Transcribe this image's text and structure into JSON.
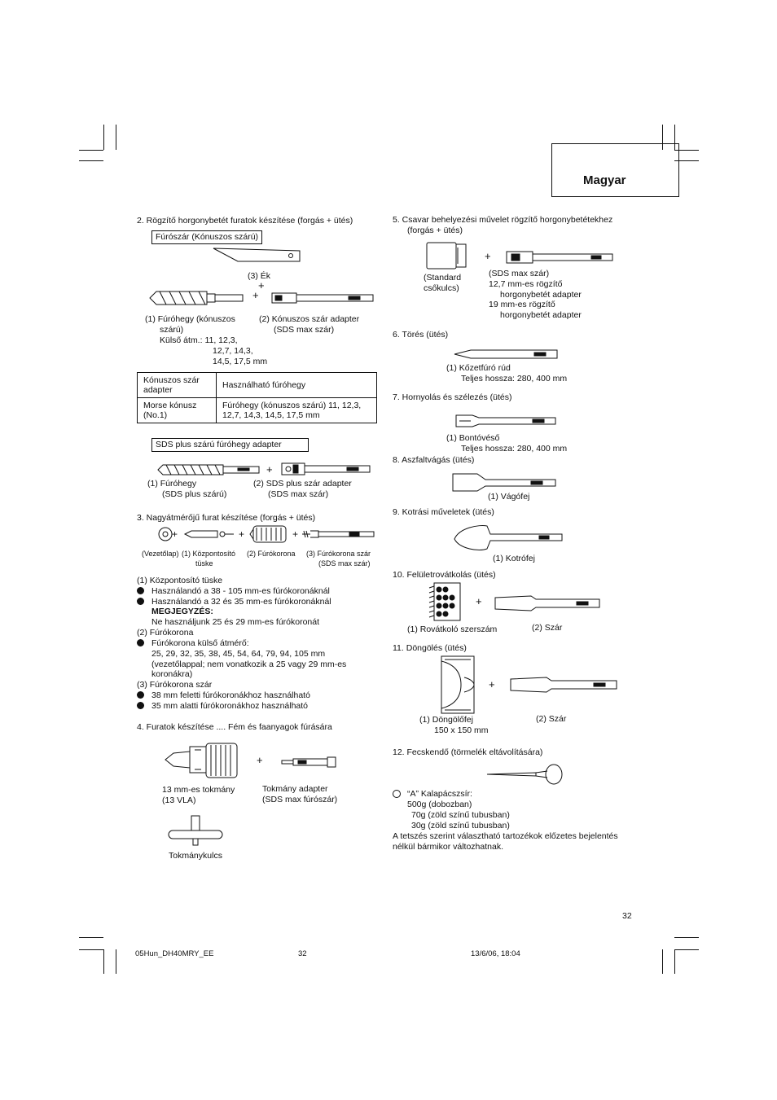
{
  "header": {
    "language": "Magyar"
  },
  "left": {
    "s2": {
      "title": "2.  Rögzítő horgonybetét furatok készítése (forgás + ütés)",
      "box": "Fúrószár (Kónuszos szárú)",
      "wedge": "(3) Ék",
      "plus": "+",
      "drill_label": [
        "(1) Fúróhegy (kónuszos",
        "szárú)",
        "Külső átm.: 11, 12,3,",
        "12,7, 14,3,",
        "14,5, 17,5 mm"
      ],
      "adapter_label": [
        "(2) Kónuszos szár adapter",
        "(SDS max szár)"
      ],
      "table": {
        "header": [
          "Kónuszos szár adapter",
          "Használható fúróhegy"
        ],
        "row": [
          "Morse kónusz (No.1)",
          "Fúróhegy (kónuszos szárú) 11, 12,3, 12,7, 14,3, 14,5, 17,5 mm"
        ]
      },
      "sds_box": "SDS plus szárú fúróhegy adapter",
      "sds_drill": [
        "(1) Fúróhegy",
        "(SDS plus szárú)"
      ],
      "sds_adapter": [
        "(2) SDS plus szár adapter",
        "(SDS max szár)"
      ]
    },
    "s3": {
      "title": "3.  Nagyátmérőjű furat készítése   (forgás + ütés)",
      "captions": [
        "(Vezetőlap)",
        "(1) Központosító",
        "tüske",
        "(2) Fúrókorona",
        "(3) Fúrókorona szár",
        "(SDS max szár)"
      ],
      "lines": [
        "(1) Központosító tüske",
        "Használandó a 38 - 105 mm-es fúrókoronáknál",
        "Használandó a 32 és 35 mm-es fúrókoronáknál",
        "MEGJEGYZÉS:",
        "Ne használjunk 25 és 29 mm-es fúrókoronát",
        "(2) Fúrókorona",
        "Fúrókorona külső átmérő:",
        "25, 29, 32, 35, 38, 45, 54, 64, 79, 94, 105 mm",
        "(vezetőlappal; nem vonatkozik a 25 vagy 29 mm-es",
        "koronákra)",
        "(3) Fúrókorona szár",
        "38 mm feletti fúrókoronákhoz használható",
        "35 mm alatti fúrókoronákhoz használható"
      ]
    },
    "s4": {
      "title": "4.   Furatok készítése .... Fém és faanyagok fúrására",
      "chuck": [
        "13 mm-es tokmány",
        "(13 VLA)"
      ],
      "adapter": [
        "Tokmány adapter",
        "(SDS max fúrószár)"
      ],
      "key": "Tokmánykulcs"
    }
  },
  "right": {
    "s5": {
      "title": [
        "5.  Csavar behelyezési művelet rögzítő horgonybetétekhez",
        "(forgás + ütés)"
      ],
      "socket": [
        "(Standard",
        "csőkulcs)"
      ],
      "shank": [
        "(SDS max szár)",
        "12,7 mm-es rögzítő",
        "horgonybetét adapter",
        "19 mm-es rögzítő",
        "horgonybetét adapter"
      ]
    },
    "s6": {
      "title": "6.  Törés (ütés)",
      "label": [
        "(1) Kőzetfúró rúd",
        "Teljes hossza: 280, 400 mm"
      ]
    },
    "s7": {
      "title": "7.  Hornyolás és szélezés (ütés)",
      "label": [
        "(1) Bontóvéső",
        "Teljes hossza: 280, 400 mm"
      ]
    },
    "s8": {
      "title": "8.  Aszfaltvágás (ütés)",
      "label": "(1) Vágófej"
    },
    "s9": {
      "title": "9.  Kotrási műveletek (ütés)",
      "label": "(1) Kotrófej"
    },
    "s10": {
      "title": "10. Felületrovátkolás (ütés)",
      "tool": "(1) Rovátkoló szerszám",
      "shank": "(2) Szár"
    },
    "s11": {
      "title": "11. Döngölés (ütés)",
      "tool": [
        "(1) Döngölőfej",
        "150 x 150 mm"
      ],
      "shank": "(2) Szár"
    },
    "s12": {
      "title": "12. Fecskendő (törmelék eltávolítására)"
    },
    "grease": [
      "“A” Kalapácszsír:",
      "500g (dobozban)",
      "70g (zöld színű tubusban)",
      "30g (zöld színű tubusban)"
    ],
    "note": [
      "A tetszés szerint választható tartozékok előzetes bejelentés",
      "nélkül bármikor változhatnak."
    ]
  },
  "footer": {
    "page_number": "32",
    "file": "05Hun_DH40MRY_EE",
    "center": "32",
    "date": "13/6/06, 18:04"
  }
}
